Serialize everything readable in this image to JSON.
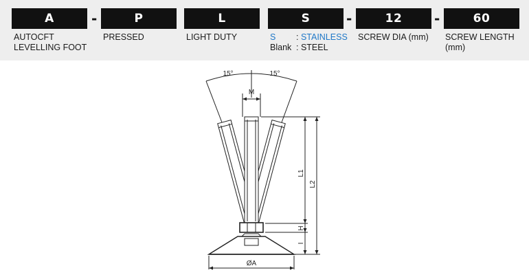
{
  "codes": [
    {
      "label": "A",
      "desc": [
        "AUTOCFT",
        "LEVELLING FOOT"
      ]
    },
    {
      "label": "P",
      "desc": [
        "PRESSED"
      ]
    },
    {
      "label": "L",
      "desc": [
        "LIGHT DUTY"
      ]
    },
    {
      "label": "S"
    },
    {
      "label": "12",
      "desc": [
        "SCREW DIA (mm)"
      ]
    },
    {
      "label": "60",
      "desc": [
        "SCREW LENGTH",
        "(mm)"
      ]
    }
  ],
  "separator": "-",
  "material": {
    "options": [
      {
        "key": "S",
        "sep": ": ",
        "value": "STAINLESS"
      },
      {
        "key": "Blank",
        "sep": ": ",
        "value": "STEEL"
      }
    ]
  },
  "drawing": {
    "angle_left": "15°",
    "angle_right": "15°",
    "label_M": "M",
    "label_L1": "L1",
    "label_L2": "L2",
    "label_H": "H",
    "label_I": "I",
    "label_A": "ØA"
  },
  "colors": {
    "code_bg": "#111111",
    "band_bg": "#eeeeee",
    "accent": "#1f78c8"
  }
}
